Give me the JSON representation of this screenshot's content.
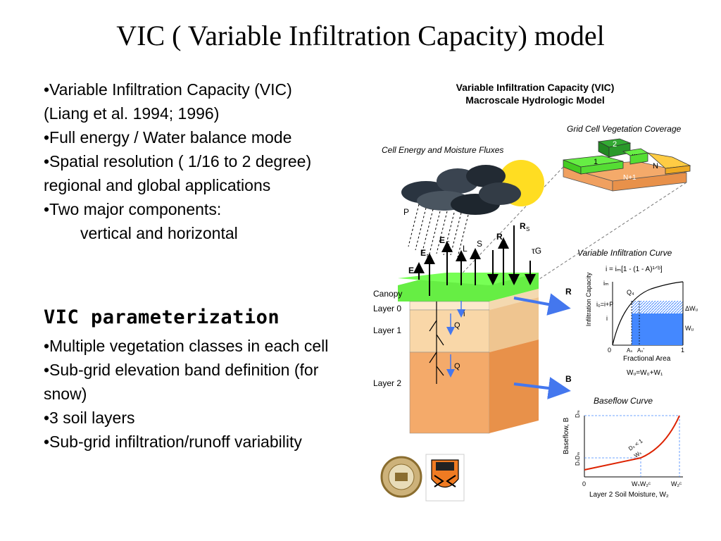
{
  "slide": {
    "title": "VIC ( Variable Infiltration Capacity) model",
    "bullets_top": [
      "•Variable Infiltration Capacity (VIC)  (Liang et al. 1994; 1996)",
      "•Full energy / Water balance mode",
      "•Spatial resolution ( 1/16 to 2 degree) regional and global applications",
      "•Two major components:",
      "vertical and horizontal"
    ],
    "subheading": "VIC parameterization",
    "bullets_bottom": [
      "•Multiple vegetation classes in each cell",
      "•Sub-grid elevation band definition (for snow)",
      "•3 soil layers",
      "•Sub-grid infiltration/runoff variability"
    ]
  },
  "figure": {
    "title_line1": "Variable Infiltration Capacity (VIC)",
    "title_line2": "Macroscale Hydrologic Model",
    "cell_fluxes_label": "Cell Energy and Moisture Fluxes",
    "grid_cover_label": "Grid Cell Vegetation Coverage",
    "veg_tiles": [
      "1",
      "2",
      "...",
      "N",
      "N+1"
    ],
    "flux_labels": {
      "P": "P",
      "E": "E",
      "Et": "E",
      "Et_sub": "t",
      "Ec": "E",
      "Ec_sub": "C",
      "L": "L",
      "S": "S",
      "Rl": "R",
      "Rl_sub": "L",
      "Rs": "R",
      "Rs_sub": "S",
      "tauG": "τG",
      "i": "i",
      "Q1": "Q",
      "Q2": "Q",
      "R": "R",
      "B": "B"
    },
    "layer_labels": [
      "Canopy",
      "Layer 0",
      "Layer 1",
      "Layer 2"
    ],
    "infiltration": {
      "title": "Variable Infiltration Curve",
      "equation": "i = iₘ[1 - (1 - A)¹ᐟᵇ]",
      "ylabel": "Infiltration Capacity",
      "xlabel": "Fractional Area",
      "labels": {
        "im": "iₘ",
        "Qd": "Q₄",
        "i0": "i₀=i+P",
        "i": "i",
        "dWu": "ΔWᵤ",
        "Wu": "Wᵤ",
        "zero": "0",
        "As": "Aₛ",
        "As2": "Aₛ'",
        "one": "1"
      },
      "footer": "Wᵤ=W₀+W₁"
    },
    "baseflow": {
      "title": "Baseflow Curve",
      "ylabel": "Baseflow, B",
      "xlabel": "Layer 2 Soil Moisture, W₂",
      "y_tick_top": "Dₘ",
      "y_tick_mid": "DₛDₘ",
      "x_tick_zero": "0",
      "x_tick_mid": "WₛW₂ᶜ",
      "x_tick_end": "W₂ᶜ",
      "annotation": "Dₛ < 1",
      "annotation2": "Wₛ"
    },
    "colors": {
      "canopy": "#66ee44",
      "layer1": "#f9d7a8",
      "layer2": "#f4aa6a",
      "arrow_blue": "#4477ee",
      "curve_red": "#dd2200",
      "hatch_blue": "#4488ff"
    }
  }
}
